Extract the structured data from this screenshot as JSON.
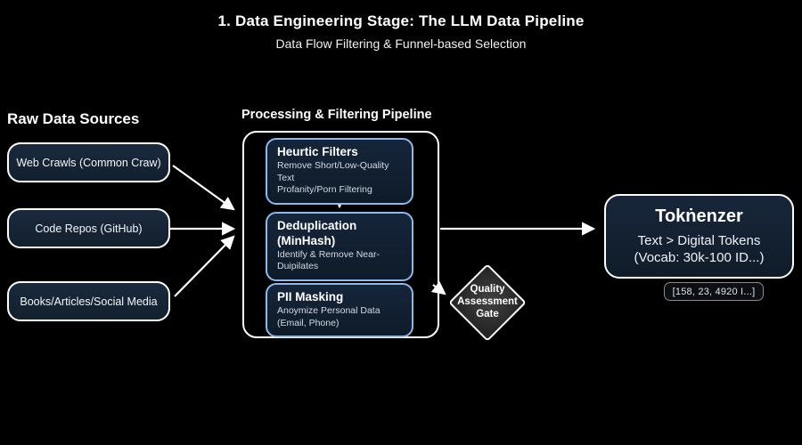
{
  "title": "1. Data Engineering Stage: The LLM Data Pipeline",
  "subtitle": "Data Flow Filtering & Funnel-based Selection",
  "sources": {
    "heading": "Raw Data Sources",
    "items": [
      {
        "label": "Web Crawls (Common Craw)"
      },
      {
        "label": "Code Repos (GitHub)"
      },
      {
        "label": "Books/Articles/Social Media"
      }
    ]
  },
  "pipeline": {
    "heading": "Processing & Filtering Pipeline",
    "stages": [
      {
        "title": "Heurtic Filters",
        "sub1": "Remove Short/Low-Quality Text",
        "sub2": "Profanity/Porn Filtering"
      },
      {
        "title": "Deduplication (MinHash)",
        "sub1": "Identify & Remove Near-Duipilates",
        "sub2": ""
      },
      {
        "title": "PII Masking",
        "sub1": "Anoymize Personal Data",
        "sub2": "(Email, Phone)"
      }
    ]
  },
  "gate": {
    "line1": "Quality",
    "line2": "Assessment",
    "line3": "Gate"
  },
  "tokenizer": {
    "title": "Tokṅenzer",
    "line1": "Text > Digital Tokens",
    "line2": "(Vocab: 30k-100 ID...)",
    "badge": "[158, 23, 4920 I...]"
  },
  "colors": {
    "background": "#000000",
    "node_fill": "#142231",
    "node_border": "#ffffff",
    "stage_border": "#8fb9ea",
    "diamond_fill": "#2e2e2e",
    "arrow": "#ffffff",
    "text": "#ffffff"
  }
}
